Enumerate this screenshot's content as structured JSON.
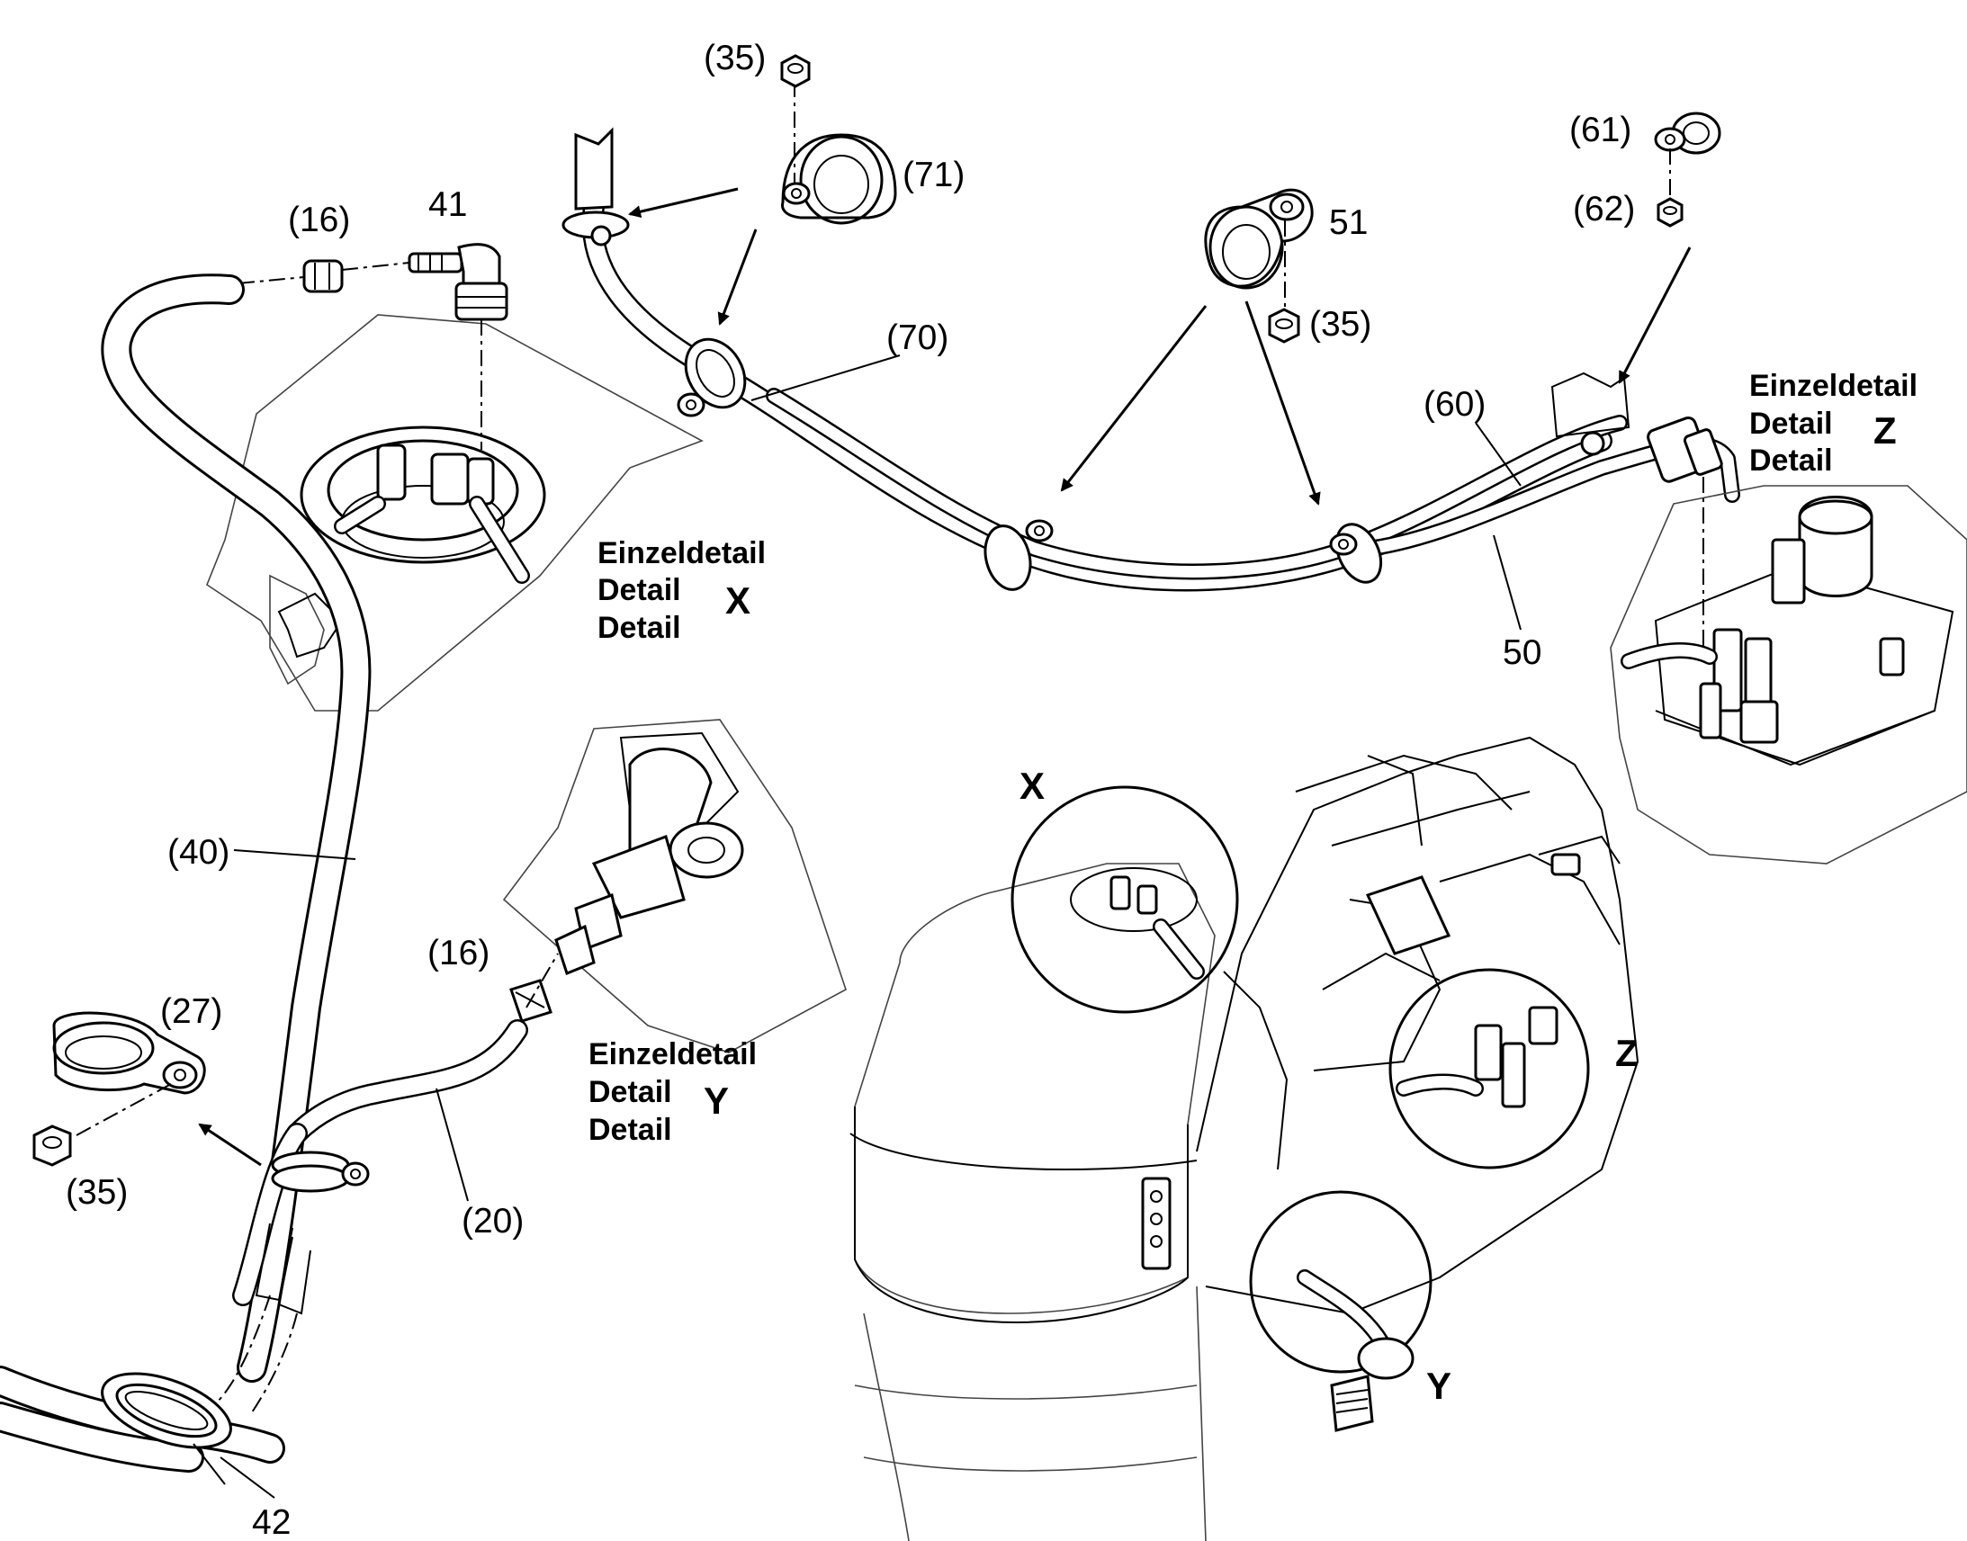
{
  "labels": {
    "p16a": "(16)",
    "p41": "41",
    "p35a": "(35)",
    "p71": "(71)",
    "p51": "51",
    "p35b": "(35)",
    "p70": "(70)",
    "p61": "(61)",
    "p62": "(62)",
    "p60": "(60)",
    "p50": "50",
    "p40": "(40)",
    "p16b": "(16)",
    "p27": "(27)",
    "p35c": "(35)",
    "p20": "(20)",
    "p42": "42"
  },
  "details": {
    "x": {
      "line1": "Einzeldetail",
      "line2": "Detail",
      "line3": "Detail",
      "letter": "X"
    },
    "y": {
      "line1": "Einzeldetail",
      "line2": "Detail",
      "line3": "Detail",
      "letter": "Y"
    },
    "z": {
      "line1": "Einzeldetail",
      "line2": "Detail",
      "line3": "Detail",
      "letter": "Z"
    }
  },
  "callouts": {
    "x": "X",
    "y": "Y",
    "z": "Z"
  }
}
